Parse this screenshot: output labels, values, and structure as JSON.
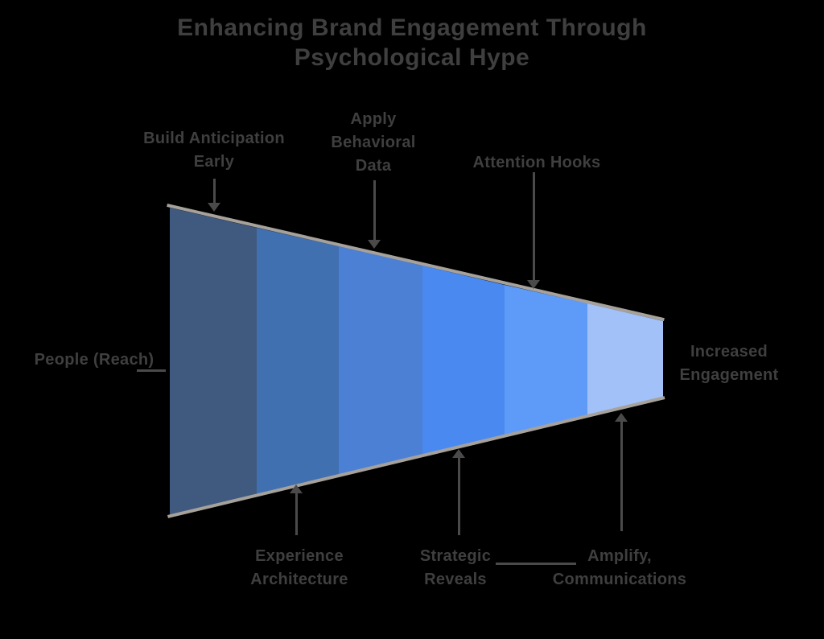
{
  "theme": {
    "background": "#000000",
    "text-color": "#3f3f3f",
    "arrow-color": "#4a4a4a",
    "outline-color": "#a6a19b"
  },
  "title": {
    "line1": "Enhancing Brand Engagement Through",
    "line2": "Psychological Hype"
  },
  "funnel": {
    "type": "horizontal-funnel",
    "direction": "wide-left-to-narrow-right",
    "stages": [
      {
        "index": 1,
        "color": "#40597e"
      },
      {
        "index": 2,
        "color": "#4170b0"
      },
      {
        "index": 3,
        "color": "#4c80d4"
      },
      {
        "index": 4,
        "color": "#4a8af0"
      },
      {
        "index": 5,
        "color": "#5e9bf8"
      },
      {
        "index": 6,
        "color": "#a2c1f8"
      }
    ]
  },
  "labels": {
    "top_left": {
      "lines": [
        "Build Anticipation",
        "Early"
      ]
    },
    "top_middle": {
      "lines": [
        "Apply",
        "Behavioral",
        "Data"
      ]
    },
    "top_right": {
      "lines": [
        "Attention Hooks"
      ]
    },
    "left": {
      "lines": [
        "People (Reach)"
      ]
    },
    "right": {
      "lines": [
        "Increased",
        "Engagement"
      ]
    },
    "bottom_left": {
      "lines": [
        "Experience",
        "Architecture"
      ]
    },
    "bottom_middle": {
      "lines": [
        "Strategic",
        "Reveals"
      ]
    },
    "bottom_right": {
      "lines": [
        "Amplify,",
        "Communications"
      ]
    }
  }
}
